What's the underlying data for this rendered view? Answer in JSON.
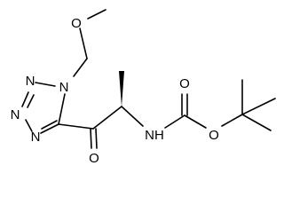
{
  "molecule": {
    "atoms": {
      "o_methoxy": "O",
      "n1": "N",
      "n2": "N",
      "n3": "N",
      "n4": "N",
      "o_ketone": "O",
      "nh": "NH",
      "o_carbonyl": "O",
      "o_ester": "O"
    }
  }
}
